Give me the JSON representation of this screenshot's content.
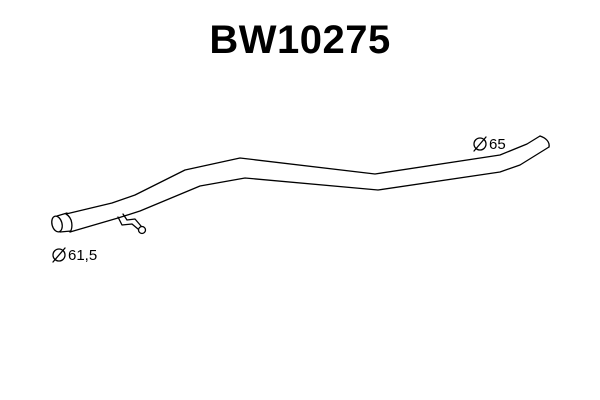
{
  "part_number": "BW10275",
  "dimensions": {
    "outlet_diameter": "65",
    "inlet_diameter": "61,5"
  },
  "colors": {
    "line": "#000000",
    "background": "#ffffff"
  }
}
